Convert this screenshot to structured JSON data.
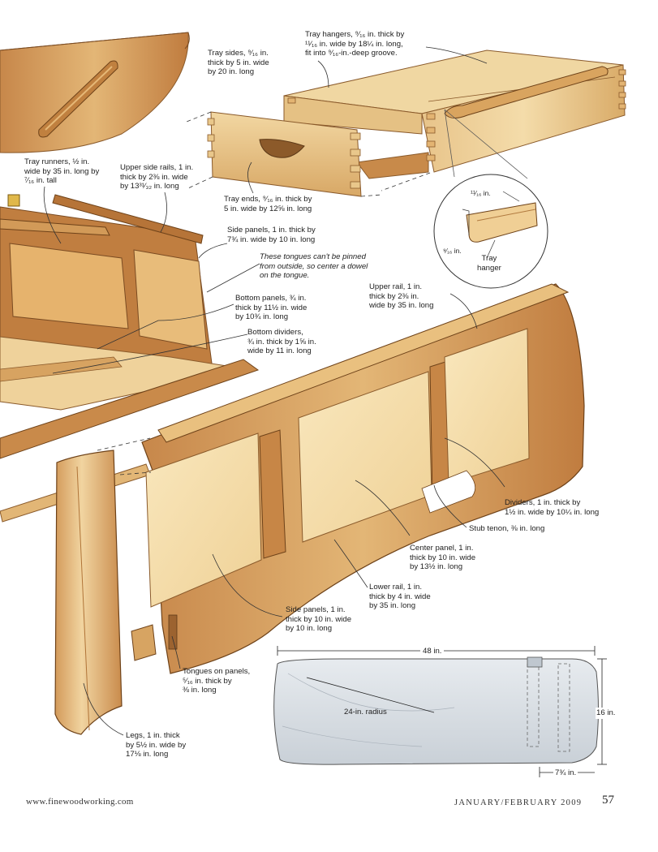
{
  "callouts": {
    "tray_runners": [
      "Tray runners, ½ in.",
      "wide by 35 in. long by",
      "⁷⁄₁₆ in. tall"
    ],
    "tray_sides": [
      "Tray sides, ⁹⁄₁₆ in.",
      "thick by 5 in. wide",
      "by 20 in. long"
    ],
    "tray_hangers": [
      "Tray hangers, ⁹⁄₁₆ in. thick by",
      "¹¹⁄₁₆ in. wide by 18¼ in. long,",
      "fit into ⁹⁄₁₆-in.-deep groove."
    ],
    "upper_side_rails": [
      "Upper side rails, 1 in.",
      "thick by 2⅜ in. wide",
      "by 13³¹⁄₃₂ in. long"
    ],
    "tray_ends": [
      "Tray ends, ⁹⁄₁₆ in. thick by",
      "5 in. wide by 12⅝ in. long"
    ],
    "side_panels_top": [
      "Side panels, 1 in. thick by",
      "7¾ in. wide by 10 in. long"
    ],
    "dowel_note": [
      "These tongues can't be pinned",
      "from outside, so center a dowel",
      "on the tongue."
    ],
    "bottom_panels": [
      "Bottom panels, ¾ in.",
      "thick by 11½ in. wide",
      "by 10¾ in. long"
    ],
    "bottom_dividers": [
      "Bottom dividers,",
      "¾ in. thick by 1⅝ in.",
      "wide by 11 in. long"
    ],
    "upper_rail": [
      "Upper rail, 1 in.",
      "thick by 2⅜ in.",
      "wide by 35 in. long"
    ],
    "dividers": [
      "Dividers, 1 in. thick by",
      "1½ in. wide by 10¼ in. long"
    ],
    "stub_tenon": [
      "Stub tenon, ⅜ in. long"
    ],
    "center_panel": [
      "Center panel, 1 in.",
      "thick by 10 in. wide",
      "by 13½ in. long"
    ],
    "lower_rail": [
      "Lower rail, 1 in.",
      "thick by 4 in. wide",
      "by 35 in. long"
    ],
    "side_panels_front": [
      "Side panels, 1 in.",
      "thick by 10 in. wide",
      "by 10 in. long"
    ],
    "tongues": [
      "Tongues on panels,",
      "⁵⁄₁₆ in. thick by",
      "⅜ in. long"
    ],
    "legs": [
      "Legs, 1 in. thick",
      "by 5½ in. wide by",
      "17⅛ in. long"
    ]
  },
  "detail_inset": {
    "dim_top": "¹¹⁄₁₆ in.",
    "dim_side": "⁹⁄₁₆ in.",
    "label": [
      "Tray",
      "hanger"
    ]
  },
  "lid_plan": {
    "width": "48 in.",
    "depth": "16 in.",
    "radius": "24-in. radius",
    "offset": "7¾ in."
  },
  "footer": {
    "url": "www.finewoodworking.com",
    "issue": "JANUARY/FEBRUARY 2009",
    "page": "57"
  },
  "colors": {
    "wood_light": "#f1dcaa",
    "wood_mid": "#e0b878",
    "wood_dark": "#b8753a",
    "panel": "#f5deac",
    "lid_plan": "#d7dde3"
  }
}
